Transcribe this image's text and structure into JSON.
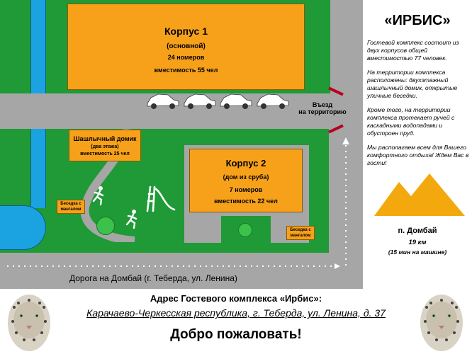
{
  "map": {
    "building1": {
      "title": "Корпус 1",
      "subtitle": "(основной)",
      "rooms": "24 номеров",
      "capacity": "вместимость 55 чел"
    },
    "building2": {
      "title": "Корпус 2",
      "subtitle": "(дом из сруба)",
      "rooms": "7 номеров",
      "capacity": "вместимость 22 чел"
    },
    "bbq_house": {
      "title": "Шашлычный домик",
      "subtitle": "(два этажа)",
      "capacity": "вместимость 25 чел"
    },
    "gazebo_left": {
      "line1": "Беседка с",
      "line2": "мангалом"
    },
    "gazebo_right": {
      "line1": "Беседка с",
      "line2": "мангалом"
    },
    "entrance": {
      "line1": "Въезд",
      "line2": "на территорию"
    },
    "road_label": "Дорога на Домбай (г. Теберда, ул. Ленина)"
  },
  "info": {
    "title": "«ИРБИС»",
    "paragraphs": [
      "Гостевой комплекс состоит из двух корпусов общей вместимостью 77 человек.",
      "На территории комплекса расположены: двухэтажный шашлычный домик, открытые уличные беседки.",
      "Кроме того, на территории комплекса протекает ручей с каскадными водопадами и обустроен пруд.",
      "Мы располагаем всем для Вашего комфортного отдыха! Ждем Вас в гости!"
    ],
    "dombay": {
      "name": "п. Домбай",
      "distance": "19 км",
      "time": "(15 мин на машине)"
    }
  },
  "footer": {
    "address_label": "Адрес Гостевого комплекса «Ирбис»:",
    "address": "Карачаево-Черкесская республика, г. Теберда, ул. Ленина, д. 37",
    "welcome": "Добро пожаловать!"
  },
  "colors": {
    "grass": "#1f9a36",
    "building": "#f7a11a",
    "river": "#1aa3e0",
    "road": "#a6a6a6",
    "mountain": "#f3a90e"
  }
}
